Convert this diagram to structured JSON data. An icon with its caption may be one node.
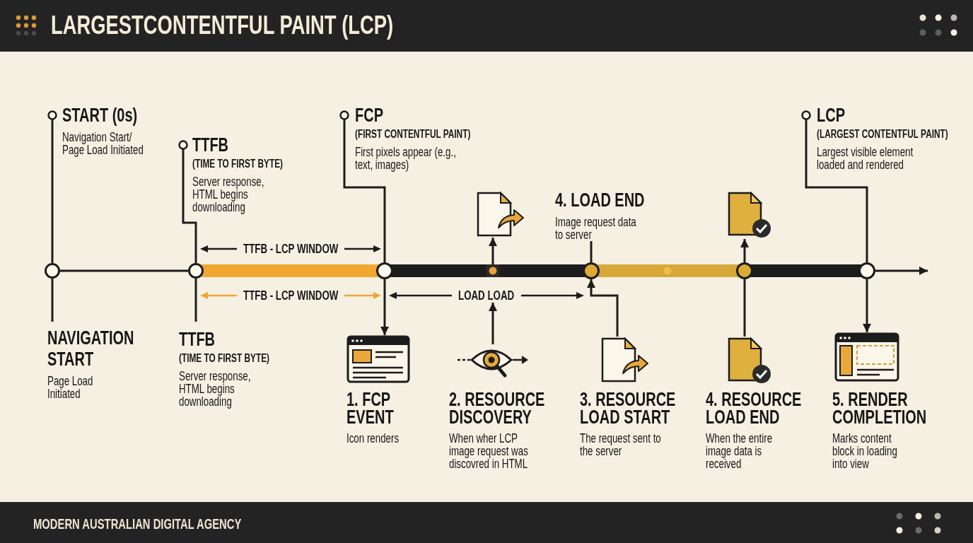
{
  "diagram": {
    "title": "LARGESTCONTENTFUL PAINT (LCP)",
    "caption": "MODERN AUSTRALIAN DIGITAL AGENCY",
    "nodes": [
      {
        "text": [
          "START (0s)",
          "Navigation Start/ Page Load Initiated"
        ]
      },
      {
        "text": [
          "TTFB",
          "(TIME TO FIRST BYTE)",
          "Server response, HTML begins downloading"
        ]
      },
      {
        "text": [
          "FCP",
          "(FIRST CONTENTFUL PAINT)",
          "First pixels appear (e.g., text, images)"
        ]
      },
      {
        "text": [],
        "shape": "picture"
      },
      {
        "text": [
          "4. LOAD END",
          "Image request data to server"
        ]
      },
      {
        "text": [],
        "shape": "picture"
      },
      {
        "text": [
          "LCP",
          "(LARGEST CONTENTFUL PAINT)",
          "Largest visible element loaded and rendered"
        ]
      },
      {
        "text": [],
        "shape": "circle"
      },
      {
        "text": [],
        "shape": "circle"
      },
      {
        "text": [],
        "shape": "circle"
      },
      {
        "text": [],
        "shape": "circle"
      },
      {
        "text": [],
        "shape": "circle"
      },
      {
        "text": [],
        "shape": "circle"
      },
      {
        "text": [],
        "shape": "circle"
      },
      {
        "text": [],
        "shape": "circle"
      },
      {
        "text": [
          "NAVIGATION START",
          "Page Load Initiated"
        ]
      },
      {
        "text": [
          "TTFB",
          "(TIME TO FIRST BYTE)",
          "Server response, HTML begins downloading"
        ]
      },
      {
        "text": [
          "1. FCP EVENT",
          "Icon renders"
        ]
      },
      {
        "text": [
          "2. RESOURCE DISCOVERY",
          "When wher LCP image request was discovred in HTML"
        ]
      },
      {
        "text": [
          "3. RESOURCE LOAD START",
          "The request sent to the server"
        ]
      },
      {
        "text": [
          "4. RESOURCE LOAD END",
          "When the entire image data is received"
        ]
      },
      {
        "text": [
          "5. RENDER COMPLETION",
          "Marks content block in loading into view"
        ]
      },
      {
        "text": [
          "LOAD LOAD"
        ]
      }
    ],
    "edges": [
      {
        "from": 0,
        "to": 7,
        "arrow": "other"
      },
      {
        "from": 1,
        "to": 8,
        "arrow": "other"
      },
      {
        "from": 2,
        "to": 9,
        "arrow": "other"
      },
      {
        "from": 6,
        "to": 14,
        "arrow": "other"
      },
      {
        "from": 10,
        "to": 3,
        "arrow": "to"
      },
      {
        "from": 11,
        "to": 4,
        "arrow": "none"
      },
      {
        "from": 13,
        "to": 5,
        "arrow": "to"
      },
      {
        "from": 7,
        "to": 8,
        "arrow": "none"
      },
      {
        "from": 8,
        "to": 9,
        "arrow": "none",
        "style": "thick",
        "color": "#f0a830"
      },
      {
        "from": 9,
        "to": 10,
        "arrow": "none",
        "style": "thick"
      },
      {
        "from": 10,
        "to": 11,
        "arrow": "none",
        "style": "thick"
      },
      {
        "from": 11,
        "to": 12,
        "arrow": "none",
        "style": "thick",
        "color": "#d6a838"
      },
      {
        "from": 12,
        "to": 13,
        "arrow": "none",
        "style": "thick",
        "color": "#d6a838"
      },
      {
        "from": 13,
        "to": 14,
        "arrow": "none",
        "style": "thick"
      },
      {
        "from": 14,
        "to": null,
        "arrow": "to"
      },
      {
        "from": 7,
        "to": 15,
        "arrow": "none"
      },
      {
        "from": 8,
        "to": 16,
        "arrow": "none"
      },
      {
        "from": 9,
        "to": 17,
        "arrow": "to"
      },
      {
        "from": 18,
        "to": 22,
        "arrow": "to"
      },
      {
        "from": 19,
        "to": 11,
        "arrow": "to"
      },
      {
        "from": 13,
        "to": 20,
        "arrow": "none"
      },
      {
        "from": 14,
        "to": 21,
        "arrow": "to"
      }
    ],
    "labels": [
      "TTFB - LCP WINDOW",
      "TTFB - LCP WINDOW"
    ]
  }
}
